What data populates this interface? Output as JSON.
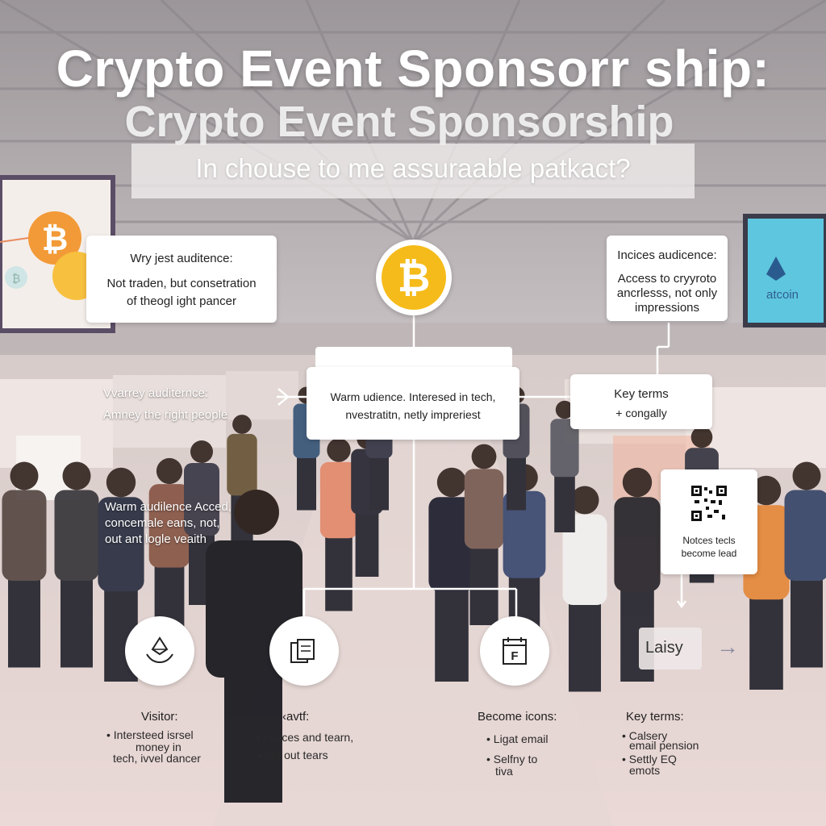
{
  "title": {
    "line1": "Crypto Event Sponsorr ship:",
    "line2": "Crypto Event Sponsorship",
    "subtitle": "In chouse to me assuraable patkact?"
  },
  "screens": {
    "left_coin_big": "₿",
    "left_coin_small": "₿",
    "right_screen_text": "atcoin"
  },
  "center_coin": "₿",
  "box_left": {
    "heading": "Wry jest auditence:",
    "line1": "Not traden, but consetration",
    "line2": "of theogl ight pancer"
  },
  "box_right": {
    "heading": "Incices audicence:",
    "line1": "Access to cryyroto",
    "line2": "ancrlesss, not only",
    "line3": "impressions"
  },
  "box_warm": {
    "line1": "Warm udience. Interesed in tech,",
    "line2": "nvestratitn, netly impreriest"
  },
  "box_key": {
    "heading": "Key terms",
    "line1": "+ congally"
  },
  "box_qr": {
    "line1": "Notces tecls",
    "line2": "become lead"
  },
  "box_lazy": {
    "label": "Laisy",
    "arrow": "→"
  },
  "left_mid_text": {
    "line1": "Vvarrey auditernce:",
    "line2": "Amney the right people"
  },
  "left_low_text": {
    "line1": "Warm audilence Acced,",
    "line2": "concemale eans, not,",
    "line3": "out ant logle veaith"
  },
  "bottom_columns": [
    {
      "heading": "Visitor:",
      "bullets": [
        "• Intersteed isrsel",
        "money in",
        "tech, ivvel dancer"
      ],
      "icon": "ethereum-hands-icon"
    },
    {
      "heading": "‹avtf:",
      "bullets": [
        "• notices and tearn,",
        "• not out tears"
      ],
      "icon": "documents-icon"
    },
    {
      "heading": "Become icons:",
      "bullets": [
        "• Ligat email",
        "• Selfny to",
        "tiva"
      ],
      "icon": "calendar-f-icon",
      "calendar_letter": "F"
    },
    {
      "heading": "Key terms:",
      "bullets": [
        "• Calsery",
        "email pension",
        "• Settly EQ",
        "emots"
      ]
    }
  ],
  "colors": {
    "bitcoin": "#f5bb1a",
    "bitcoin_orange": "#f29a38",
    "screen_teal": "#5fc6e0",
    "connector": "#ffffff"
  }
}
